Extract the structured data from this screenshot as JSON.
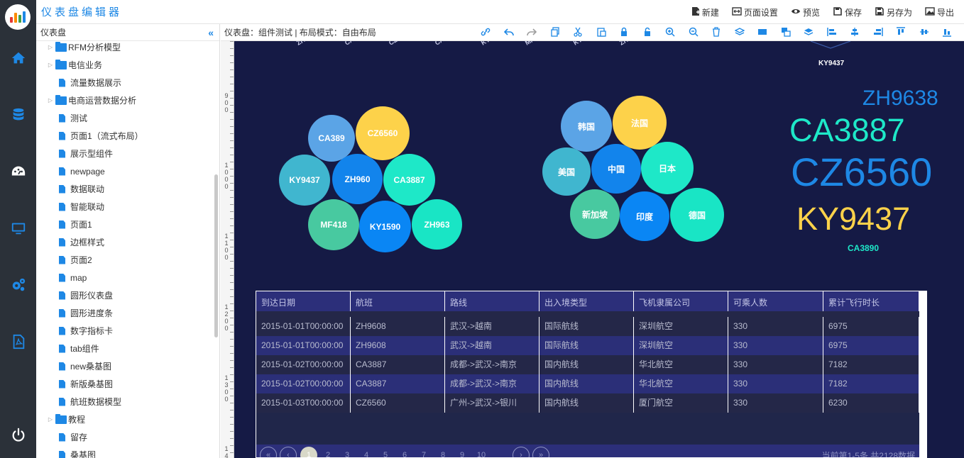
{
  "app": {
    "title": "仪表盘编辑器"
  },
  "top_actions": [
    {
      "label": "新建",
      "icon": "new-file-icon"
    },
    {
      "label": "页面设置",
      "icon": "page-settings-icon"
    },
    {
      "label": "预览",
      "icon": "eye-icon"
    },
    {
      "label": "保存",
      "icon": "save-icon"
    },
    {
      "label": "另存为",
      "icon": "save-as-icon"
    },
    {
      "label": "导出",
      "icon": "image-export-icon"
    }
  ],
  "tree": {
    "header": "仪表盘",
    "collapse_glyph": "«",
    "items": [
      {
        "label": "RFM分析模型",
        "type": "folder"
      },
      {
        "label": "电信业务",
        "type": "folder"
      },
      {
        "label": "流量数据展示",
        "type": "file"
      },
      {
        "label": "电商运营数据分析",
        "type": "folder"
      },
      {
        "label": "测试",
        "type": "file"
      },
      {
        "label": "页面1（流式布局）",
        "type": "file"
      },
      {
        "label": "展示型组件",
        "type": "file"
      },
      {
        "label": "newpage",
        "type": "file"
      },
      {
        "label": "数据联动",
        "type": "file"
      },
      {
        "label": "智能联动",
        "type": "file"
      },
      {
        "label": "页面1",
        "type": "file"
      },
      {
        "label": "边框样式",
        "type": "file"
      },
      {
        "label": "页面2",
        "type": "file"
      },
      {
        "label": "map",
        "type": "file"
      },
      {
        "label": "圆形仪表盘",
        "type": "file"
      },
      {
        "label": "圆形进度条",
        "type": "file"
      },
      {
        "label": "数字指标卡",
        "type": "file"
      },
      {
        "label": "tab组件",
        "type": "file"
      },
      {
        "label": "new桑基图",
        "type": "file"
      },
      {
        "label": "新版桑基图",
        "type": "file"
      },
      {
        "label": "航班数据模型",
        "type": "file"
      },
      {
        "label": "教程",
        "type": "folder"
      },
      {
        "label": "留存",
        "type": "file"
      },
      {
        "label": "桑基图",
        "type": "file"
      }
    ]
  },
  "toolbar": {
    "breadcrumb": "仪表盘：组件测试 | 布局模式：自由布局",
    "tools": [
      "link-icon",
      "undo-icon",
      "redo-icon",
      "copy-icon",
      "cut-icon",
      "paste-icon",
      "lock-icon",
      "unlock-icon",
      "zoom-in-icon",
      "zoom-out-icon",
      "trash-icon",
      "layers-icon",
      "bring-front-icon",
      "send-back-icon",
      "group-icon",
      "align-left-icon",
      "align-center-icon",
      "align-right-icon",
      "align-top-icon",
      "align-middle-icon",
      "align-bottom-icon"
    ]
  },
  "ruler": {
    "marks": [
      "9\n0\n0",
      "1\n0\n0\n0",
      "1\n1\n0\n0",
      "1\n2\n0\n0",
      "1\n3\n0\n0",
      "1\n4"
    ]
  },
  "canvas": {
    "bubble_chart_1": [
      {
        "label": "CA389",
        "color": "#5ba4e6"
      },
      {
        "label": "CZ6560",
        "color": "#fdd24a"
      },
      {
        "label": "KY9437",
        "color": "#40b6cf"
      },
      {
        "label": "ZH960",
        "color": "#1284ec"
      },
      {
        "label": "CA3887",
        "color": "#1ee8c8"
      },
      {
        "label": "MF418",
        "color": "#48c9a0"
      },
      {
        "label": "KY1590",
        "color": "#0a86f4"
      },
      {
        "label": "ZH963",
        "color": "#19e5c5"
      }
    ],
    "bubble_chart_2": [
      {
        "label": "韩国",
        "color": "#5ba4e6"
      },
      {
        "label": "法国",
        "color": "#fdd24a"
      },
      {
        "label": "美国",
        "color": "#40b6cf"
      },
      {
        "label": "中国",
        "color": "#1284ec"
      },
      {
        "label": "日本",
        "color": "#1ee8c8"
      },
      {
        "label": "新加坡",
        "color": "#48c9a0"
      },
      {
        "label": "印度",
        "color": "#0a86f4"
      },
      {
        "label": "德国",
        "color": "#19e5c5"
      }
    ],
    "top_label": "KY9437",
    "word_cloud": [
      {
        "text": "ZH9638",
        "color": "#1e88e5"
      },
      {
        "text": "CA3887",
        "color": "#1ee8c8"
      },
      {
        "text": "CZ6560",
        "color": "#1e88e5"
      },
      {
        "text": "KY9437",
        "color": "#fdd24a"
      },
      {
        "text": "CA3890",
        "color": "#1ee8c8"
      }
    ],
    "table": {
      "columns": [
        "到达日期",
        "航班",
        "路线",
        "出入境类型",
        "飞机隶属公司",
        "可乘人数",
        "累计飞行时长"
      ],
      "rows": [
        [
          "2015-01-01T00:00:00",
          "ZH9608",
          "武汉->越南",
          "国际航线",
          "深圳航空",
          "330",
          "6975"
        ],
        [
          "2015-01-01T00:00:00",
          "ZH9608",
          "武汉->越南",
          "国际航线",
          "深圳航空",
          "330",
          "6975"
        ],
        [
          "2015-01-02T00:00:00",
          "CA3887",
          "成都->武汉->南京",
          "国内航线",
          "华北航空",
          "330",
          "7182"
        ],
        [
          "2015-01-02T00:00:00",
          "CA3887",
          "成都->武汉->南京",
          "国内航线",
          "华北航空",
          "330",
          "7182"
        ],
        [
          "2015-01-03T00:00:00",
          "CZ6560",
          "广州->武汉->银川",
          "国内航线",
          "厦门航空",
          "330",
          "6230"
        ]
      ],
      "pagination": {
        "first": "«",
        "prev": "‹",
        "next": "›",
        "last": "»",
        "pages": [
          "1",
          "2",
          "3",
          "4",
          "5",
          "6",
          "7",
          "8",
          "9",
          "10"
        ],
        "current": "1",
        "info": "当前第1-5条 共2128数据"
      }
    }
  }
}
